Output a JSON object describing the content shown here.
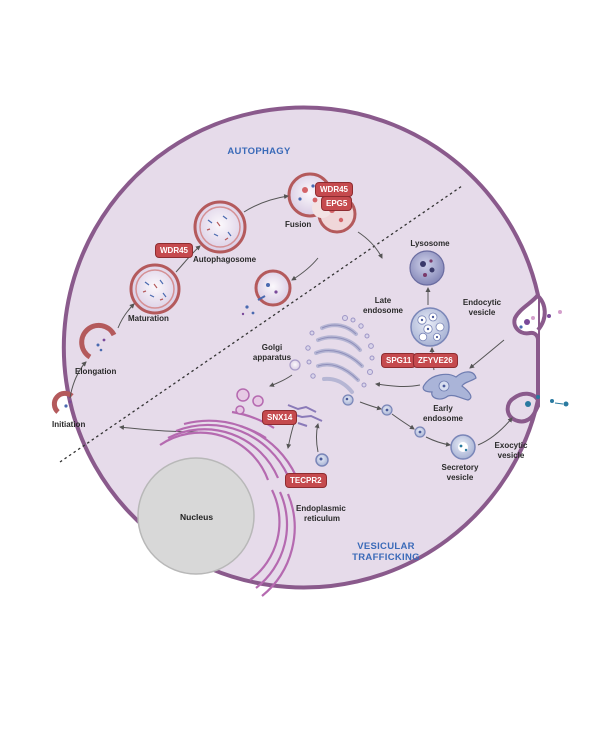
{
  "sections": {
    "autophagy": "AUTOPHAGY",
    "vesicular_line1": "VESICULAR",
    "vesicular_line2": "TRAFFICKING"
  },
  "autophagy_stages": {
    "initiation": "Initiation",
    "elongation": "Elongation",
    "maturation": "Maturation",
    "autophagosome": "Autophagosome",
    "fusion": "Fusion"
  },
  "trafficking_labels": {
    "lysosome": "Lysosome",
    "late_endosome_1": "Late",
    "late_endosome_2": "endosome",
    "endocytic_vesicle_1": "Endocytic",
    "endocytic_vesicle_2": "vesicle",
    "golgi_1": "Golgi",
    "golgi_2": "apparatus",
    "early_endosome_1": "Early",
    "early_endosome_2": "endosome",
    "exocytic_vesicle_1": "Exocytic",
    "exocytic_vesicle_2": "vesicle",
    "secretory_vesicle_1": "Secretory",
    "secretory_vesicle_2": "vesicle",
    "er_1": "Endoplasmic",
    "er_2": "reticulum",
    "nucleus": "Nucleus"
  },
  "proteins": {
    "wdr45_fusion": "WDR45",
    "epg5": "EPG5",
    "wdr45_maturation": "WDR45",
    "spg11": "SPG11",
    "zfyve26": "ZFYVE26",
    "snx14": "SNX14",
    "tecpr2": "TECPR2"
  },
  "colors": {
    "cytoplasm": "#e6dbea",
    "membrane": "#8a5a8c",
    "badge": "#c54a4e",
    "section_title": "#3a6ab8",
    "nucleus": "#d8d8d8",
    "er": "#b56ab0",
    "lysosome": "#5a5a92"
  }
}
